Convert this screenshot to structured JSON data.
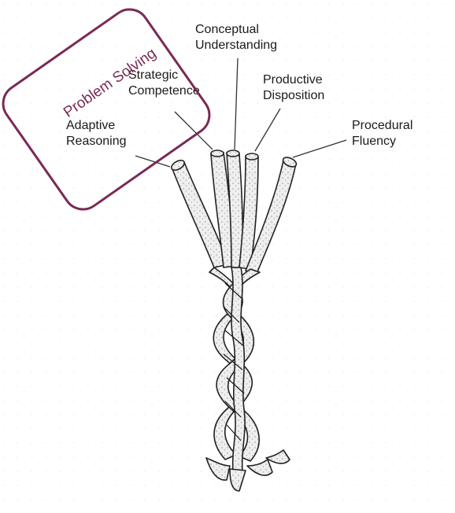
{
  "strands": [
    {
      "id": "adaptive",
      "label": "Adaptive\nReasoning"
    },
    {
      "id": "strategic",
      "label": "Strategic\nCompetence"
    },
    {
      "id": "conceptual",
      "label": "Conceptual\nUnderstanding"
    },
    {
      "id": "productive",
      "label": "Productive\nDisposition"
    },
    {
      "id": "procedural",
      "label": "Procedural\nFluency"
    }
  ],
  "highlight": {
    "label": "Problem Solving",
    "color": "#7a2a55"
  },
  "colors": {
    "rope_fill": "#ececec",
    "rope_stroke": "#222222",
    "leader": "#333333"
  }
}
